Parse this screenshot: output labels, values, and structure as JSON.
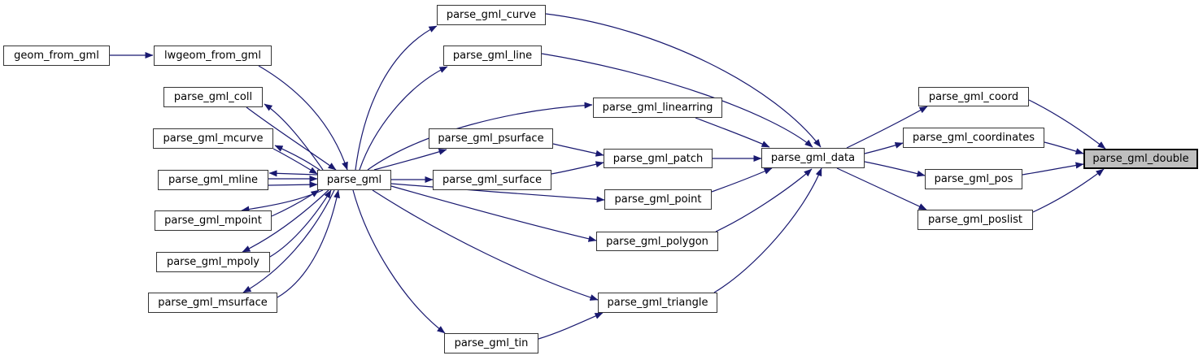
{
  "graph": {
    "type": "call-graph",
    "edge_color": "#191970",
    "node_fill": "#ffffff",
    "node_border_color": "#353535",
    "highlight_fill": "#bfbfbf",
    "highlighted_node": "parse_gml_double",
    "nodes": [
      {
        "id": "geom_from_gml",
        "label": "geom_from_gml"
      },
      {
        "id": "lwgeom_from_gml",
        "label": "lwgeom_from_gml"
      },
      {
        "id": "parse_gml_coll",
        "label": "parse_gml_coll"
      },
      {
        "id": "parse_gml_mcurve",
        "label": "parse_gml_mcurve"
      },
      {
        "id": "parse_gml_mline",
        "label": "parse_gml_mline"
      },
      {
        "id": "parse_gml_mpoint",
        "label": "parse_gml_mpoint"
      },
      {
        "id": "parse_gml_mpoly",
        "label": "parse_gml_mpoly"
      },
      {
        "id": "parse_gml_msurface",
        "label": "parse_gml_msurface"
      },
      {
        "id": "parse_gml",
        "label": "parse_gml"
      },
      {
        "id": "parse_gml_curve",
        "label": "parse_gml_curve"
      },
      {
        "id": "parse_gml_line",
        "label": "parse_gml_line"
      },
      {
        "id": "parse_gml_linearring",
        "label": "parse_gml_linearring"
      },
      {
        "id": "parse_gml_psurface",
        "label": "parse_gml_psurface"
      },
      {
        "id": "parse_gml_surface",
        "label": "parse_gml_surface"
      },
      {
        "id": "parse_gml_patch",
        "label": "parse_gml_patch"
      },
      {
        "id": "parse_gml_point",
        "label": "parse_gml_point"
      },
      {
        "id": "parse_gml_polygon",
        "label": "parse_gml_polygon"
      },
      {
        "id": "parse_gml_triangle",
        "label": "parse_gml_triangle"
      },
      {
        "id": "parse_gml_tin",
        "label": "parse_gml_tin"
      },
      {
        "id": "parse_gml_data",
        "label": "parse_gml_data"
      },
      {
        "id": "parse_gml_coord",
        "label": "parse_gml_coord"
      },
      {
        "id": "parse_gml_coordinates",
        "label": "parse_gml_coordinates"
      },
      {
        "id": "parse_gml_pos",
        "label": "parse_gml_pos"
      },
      {
        "id": "parse_gml_poslist",
        "label": "parse_gml_poslist"
      },
      {
        "id": "parse_gml_double",
        "label": "parse_gml_double"
      }
    ],
    "edges": [
      {
        "from": "geom_from_gml",
        "to": "lwgeom_from_gml"
      },
      {
        "from": "lwgeom_from_gml",
        "to": "parse_gml"
      },
      {
        "from": "parse_gml",
        "to": "parse_gml_coll"
      },
      {
        "from": "parse_gml_coll",
        "to": "parse_gml"
      },
      {
        "from": "parse_gml",
        "to": "parse_gml_mcurve"
      },
      {
        "from": "parse_gml_mcurve",
        "to": "parse_gml"
      },
      {
        "from": "parse_gml",
        "to": "parse_gml_mline"
      },
      {
        "from": "parse_gml_mline",
        "to": "parse_gml"
      },
      {
        "from": "parse_gml",
        "to": "parse_gml_mpoint"
      },
      {
        "from": "parse_gml_mpoint",
        "to": "parse_gml"
      },
      {
        "from": "parse_gml",
        "to": "parse_gml_mpoly"
      },
      {
        "from": "parse_gml_mpoly",
        "to": "parse_gml"
      },
      {
        "from": "parse_gml",
        "to": "parse_gml_msurface"
      },
      {
        "from": "parse_gml_msurface",
        "to": "parse_gml"
      },
      {
        "from": "parse_gml",
        "to": "parse_gml_curve"
      },
      {
        "from": "parse_gml_curve",
        "to": "parse_gml_data"
      },
      {
        "from": "parse_gml",
        "to": "parse_gml_line"
      },
      {
        "from": "parse_gml_line",
        "to": "parse_gml_data"
      },
      {
        "from": "parse_gml",
        "to": "parse_gml_linearring"
      },
      {
        "from": "parse_gml_linearring",
        "to": "parse_gml_data"
      },
      {
        "from": "parse_gml",
        "to": "parse_gml_psurface"
      },
      {
        "from": "parse_gml_psurface",
        "to": "parse_gml_patch"
      },
      {
        "from": "parse_gml",
        "to": "parse_gml_surface"
      },
      {
        "from": "parse_gml_surface",
        "to": "parse_gml_patch"
      },
      {
        "from": "parse_gml_patch",
        "to": "parse_gml_data"
      },
      {
        "from": "parse_gml",
        "to": "parse_gml_point"
      },
      {
        "from": "parse_gml_point",
        "to": "parse_gml_data"
      },
      {
        "from": "parse_gml",
        "to": "parse_gml_polygon"
      },
      {
        "from": "parse_gml_polygon",
        "to": "parse_gml_data"
      },
      {
        "from": "parse_gml",
        "to": "parse_gml_triangle"
      },
      {
        "from": "parse_gml_triangle",
        "to": "parse_gml_data"
      },
      {
        "from": "parse_gml",
        "to": "parse_gml_tin"
      },
      {
        "from": "parse_gml_tin",
        "to": "parse_gml_triangle"
      },
      {
        "from": "parse_gml_data",
        "to": "parse_gml_coord"
      },
      {
        "from": "parse_gml_data",
        "to": "parse_gml_coordinates"
      },
      {
        "from": "parse_gml_data",
        "to": "parse_gml_pos"
      },
      {
        "from": "parse_gml_data",
        "to": "parse_gml_poslist"
      },
      {
        "from": "parse_gml_coord",
        "to": "parse_gml_double"
      },
      {
        "from": "parse_gml_coordinates",
        "to": "parse_gml_double"
      },
      {
        "from": "parse_gml_pos",
        "to": "parse_gml_double"
      },
      {
        "from": "parse_gml_poslist",
        "to": "parse_gml_double"
      }
    ]
  }
}
